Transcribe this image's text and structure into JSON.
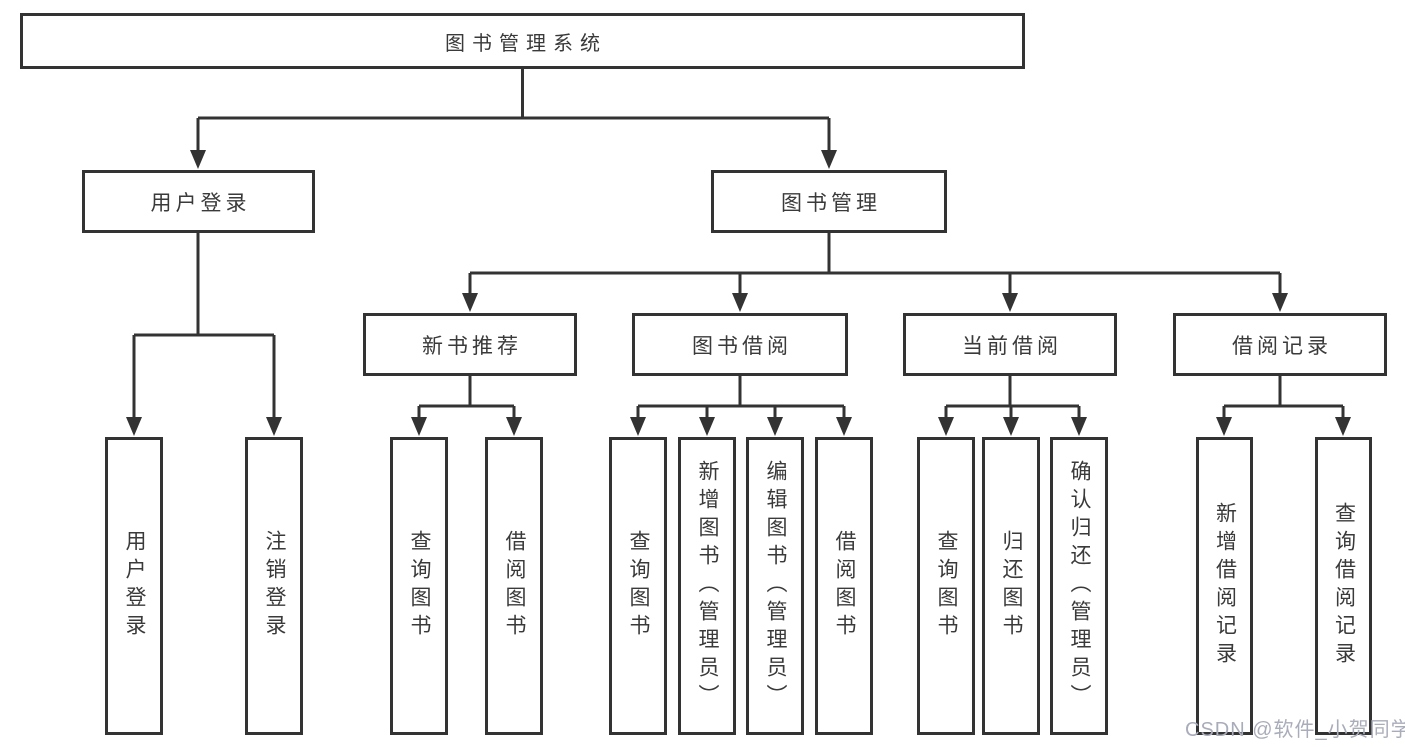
{
  "nodes": {
    "root": "图书管理系统",
    "user_login": "用户登录",
    "book_mgmt": "图书管理",
    "new_book_rec": "新书推荐",
    "book_borrow": "图书借阅",
    "current_borrow": "当前借阅",
    "borrow_records": "借阅记录",
    "ul_user_login": "用户登录",
    "ul_logout": "注销登录",
    "nr_query_book": "查询图书",
    "nr_borrow_book": "借阅图书",
    "bb_query_book": "查询图书",
    "bb_add_book": "新增图书（管理员）",
    "bb_edit_book": "编辑图书（管理员）",
    "bb_borrow_book": "借阅图书",
    "cb_query_book": "查询图书",
    "cb_return_book": "归还图书",
    "cb_confirm_return": "确认归还（管理员）",
    "br_add_record": "新增借阅记录",
    "br_query_record": "查询借阅记录"
  },
  "edges": [
    [
      "图书管理系统",
      "用户登录"
    ],
    [
      "图书管理系统",
      "图书管理"
    ],
    [
      "用户登录",
      "用户登录"
    ],
    [
      "用户登录",
      "注销登录"
    ],
    [
      "图书管理",
      "新书推荐"
    ],
    [
      "图书管理",
      "图书借阅"
    ],
    [
      "图书管理",
      "当前借阅"
    ],
    [
      "图书管理",
      "借阅记录"
    ],
    [
      "新书推荐",
      "查询图书"
    ],
    [
      "新书推荐",
      "借阅图书"
    ],
    [
      "图书借阅",
      "查询图书"
    ],
    [
      "图书借阅",
      "新增图书（管理员）"
    ],
    [
      "图书借阅",
      "编辑图书（管理员）"
    ],
    [
      "图书借阅",
      "借阅图书"
    ],
    [
      "当前借阅",
      "查询图书"
    ],
    [
      "当前借阅",
      "归还图书"
    ],
    [
      "当前借阅",
      "确认归还（管理员）"
    ],
    [
      "借阅记录",
      "新增借阅记录"
    ],
    [
      "借阅记录",
      "查询借阅记录"
    ]
  ],
  "watermark": "CSDN @软件_小贺同学",
  "colors": {
    "line": "#333333",
    "text": "#3a3a3a",
    "box_fill": "#ffffff",
    "background": "#ffffff",
    "watermark": "#a9adba"
  }
}
